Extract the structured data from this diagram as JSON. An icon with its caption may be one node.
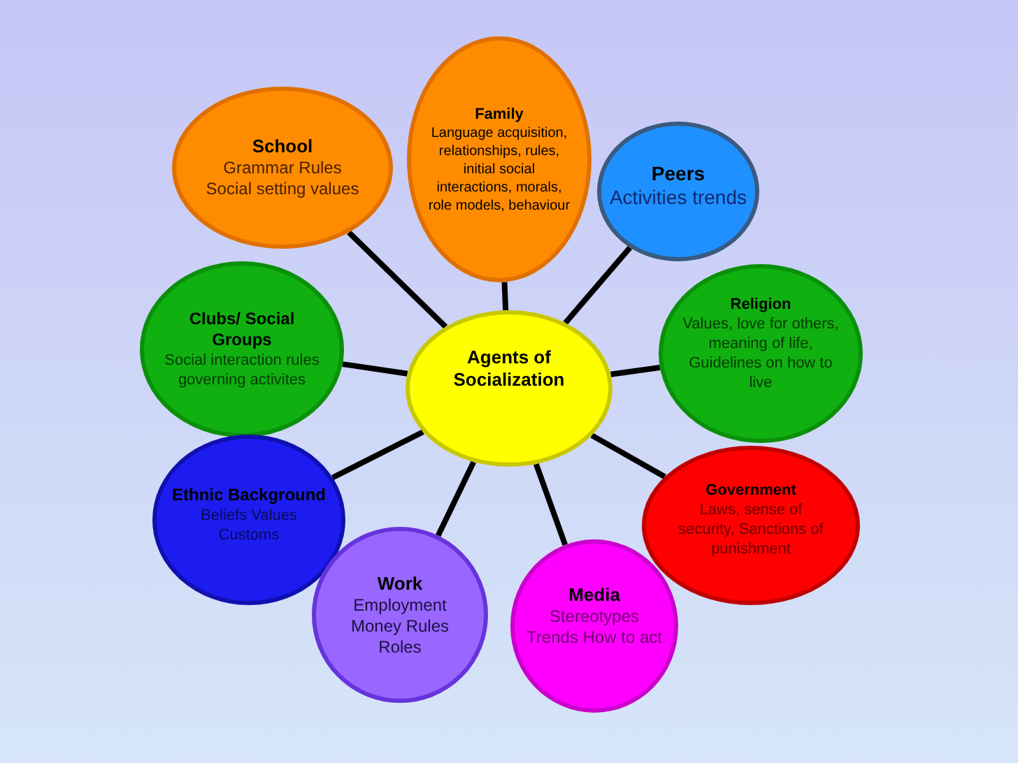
{
  "diagram": {
    "nodes": [
      {
        "text": [
          "Agents of Socialization"
        ]
      },
      {
        "text": [
          "Family",
          "Language acquisition, relationships, rules, initial social interactions, morals, role models, behaviour"
        ]
      },
      {
        "text": [
          "School",
          "Grammar Rules Social setting values"
        ]
      },
      {
        "text": [
          "Peers",
          "Activities trends"
        ]
      },
      {
        "text": [
          "Clubs/ Social Groups",
          "Social interaction rules governing activites"
        ]
      },
      {
        "text": [
          "Religion",
          "Values, love for others, meaning of life, Guidelines on how to live"
        ]
      },
      {
        "text": [
          "Ethnic Background",
          "Beliefs Values Customs"
        ]
      },
      {
        "text": [
          "Government",
          "Laws, sense of security, Sanctions of punishment"
        ]
      },
      {
        "text": [
          "Work",
          "Employment Money Rules Roles"
        ]
      },
      {
        "text": [
          "Media",
          "Stereotypes Trends How to act"
        ]
      }
    ],
    "edges": [
      {
        "from": 0,
        "to": 1,
        "arrow": "none"
      },
      {
        "from": 0,
        "to": 2,
        "arrow": "none"
      },
      {
        "from": 0,
        "to": 3,
        "arrow": "none"
      },
      {
        "from": 0,
        "to": 4,
        "arrow": "none"
      },
      {
        "from": 0,
        "to": 5,
        "arrow": "none"
      },
      {
        "from": 0,
        "to": 6,
        "arrow": "none"
      },
      {
        "from": 0,
        "to": 7,
        "arrow": "none"
      },
      {
        "from": 0,
        "to": 8,
        "arrow": "none"
      },
      {
        "from": 0,
        "to": 9,
        "arrow": "none"
      }
    ]
  }
}
